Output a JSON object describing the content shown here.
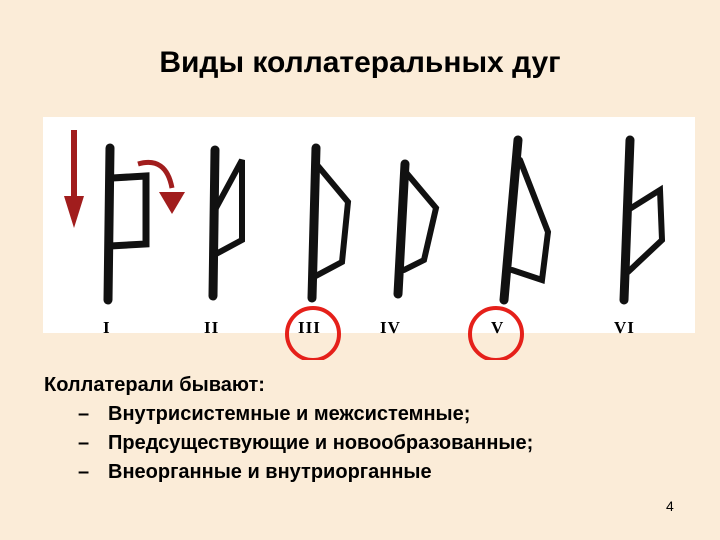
{
  "slide": {
    "title": "Виды коллатеральных дуг",
    "numerals": [
      "I",
      "II",
      "III",
      "IV",
      "V",
      "VI"
    ],
    "lead_text": "Коллатерали бывают:",
    "bullets": [
      "Внутрисистемные и межсистемные;",
      "Предсуществующие и новообразованные;",
      "Внеорганные и внутриорганные"
    ],
    "bullet_marker": "–",
    "page_number": "4"
  },
  "colors": {
    "background": "#fbecd8",
    "arrow_red": "#a11d1d",
    "circle_red": "#e5201a",
    "ink": "#111111"
  }
}
